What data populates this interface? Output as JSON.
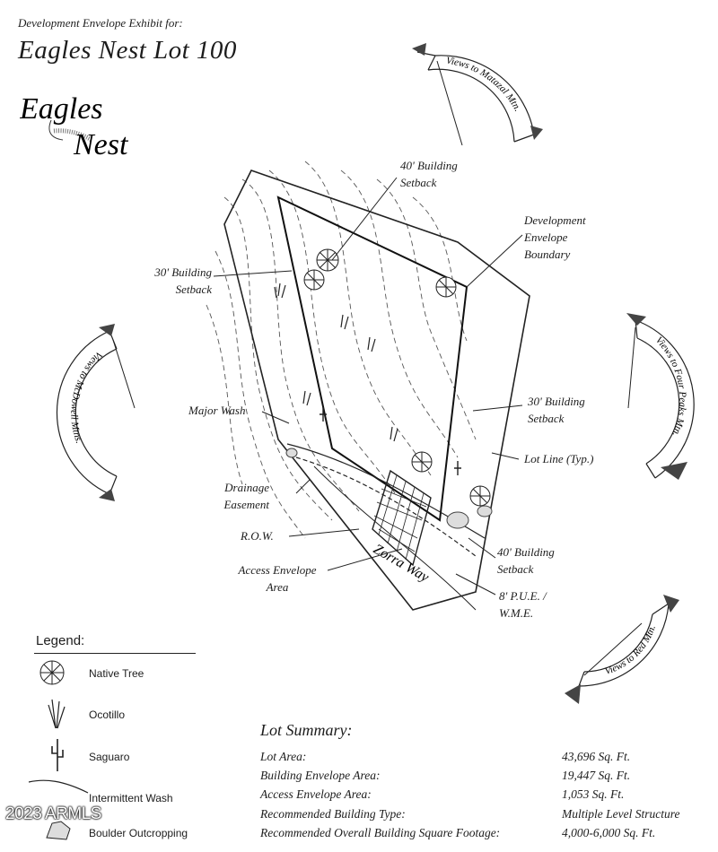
{
  "header": {
    "subtitle": "Development Envelope Exhibit for:",
    "title": "Eagles Nest Lot 100"
  },
  "logo": {
    "line1": "Eagles",
    "line2": "Nest"
  },
  "views": {
    "top": "Views to Matazal Mtn.",
    "left": "Views to McDowell Mtns.",
    "right": "Views to Four Peaks Mtn.",
    "bottom": "Views to Red Mtn."
  },
  "callouts": {
    "building_setback_40_top": "40' Building\nSetback",
    "development_envelope": "Development\nEnvelope\nBoundary",
    "building_setback_30_left": "30' Building\nSetback",
    "major_wash": "Major Wash",
    "building_setback_30_right": "30' Building\nSetback",
    "lot_line": "Lot Line (Typ.)",
    "drainage_easement": "Drainage\nEasement",
    "row": "R.O.W.",
    "access_envelope": "Access Envelope\nArea",
    "building_setback_40_bottom": "40' Building\nSetback",
    "pue": "8' P.U.E. /\nW.M.E.",
    "street": "Zorra Way"
  },
  "legend": {
    "title": "Legend:",
    "items": [
      {
        "icon": "native-tree-icon",
        "label": "Native Tree"
      },
      {
        "icon": "ocotillo-icon",
        "label": "Ocotillo"
      },
      {
        "icon": "saguaro-icon",
        "label": "Saguaro"
      },
      {
        "icon": "wash-icon",
        "label": "Intermittent Wash"
      },
      {
        "icon": "boulder-icon",
        "label": "Boulder Outcropping"
      }
    ]
  },
  "summary": {
    "title": "Lot Summary:",
    "rows": [
      {
        "label": "Lot Area:",
        "value": "43,696 Sq. Ft."
      },
      {
        "label": "Building Envelope Area:",
        "value": "19,447 Sq. Ft."
      },
      {
        "label": "Access Envelope Area:",
        "value": "1,053 Sq. Ft."
      },
      {
        "label": "Recommended Building Type:",
        "value": "Multiple Level Structure"
      },
      {
        "label": "Recommended Overall Building Square Footage:",
        "value": "4,000-6,000 Sq. Ft."
      }
    ]
  },
  "watermark": "2023 ARMLS"
}
